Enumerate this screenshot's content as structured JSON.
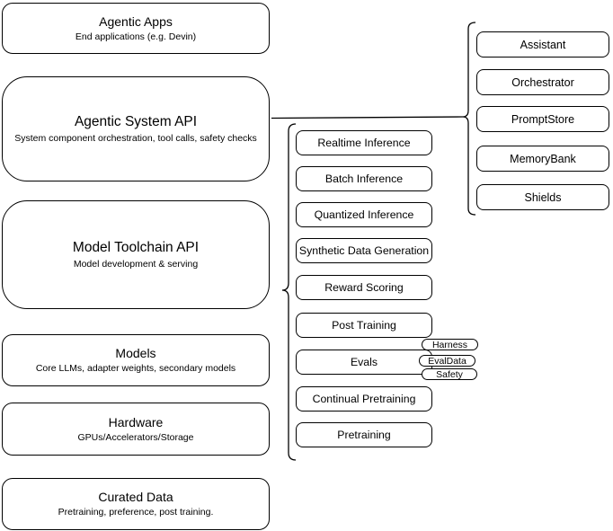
{
  "diagram": {
    "left_stack": [
      {
        "title": "Agentic Apps",
        "subtitle": "End applications (e.g. Devin)"
      },
      {
        "title": "Agentic System API",
        "subtitle": "System component orchestration, tool calls, safety checks"
      },
      {
        "title": "Model Toolchain API",
        "subtitle": "Model development & serving"
      },
      {
        "title": "Models",
        "subtitle": "Core LLMs, adapter weights, secondary models"
      },
      {
        "title": "Hardware",
        "subtitle": "GPUs/Accelerators/Storage"
      },
      {
        "title": "Curated Data",
        "subtitle": "Pretraining, preference, post training."
      }
    ],
    "toolchain_services": [
      "Realtime Inference",
      "Batch Inference",
      "Quantized Inference",
      "Synthetic Data Generation",
      "Reward Scoring",
      "Post Training",
      "Evals",
      "Continual Pretraining",
      "Pretraining"
    ],
    "eval_addons": [
      "Harness",
      "EvalData",
      "Safety"
    ],
    "system_components": [
      "Assistant",
      "Orchestrator",
      "PromptStore",
      "MemoryBank",
      "Shields"
    ],
    "colors": {
      "stroke": "#000000",
      "background": "#ffffff",
      "text": "#000000"
    }
  }
}
